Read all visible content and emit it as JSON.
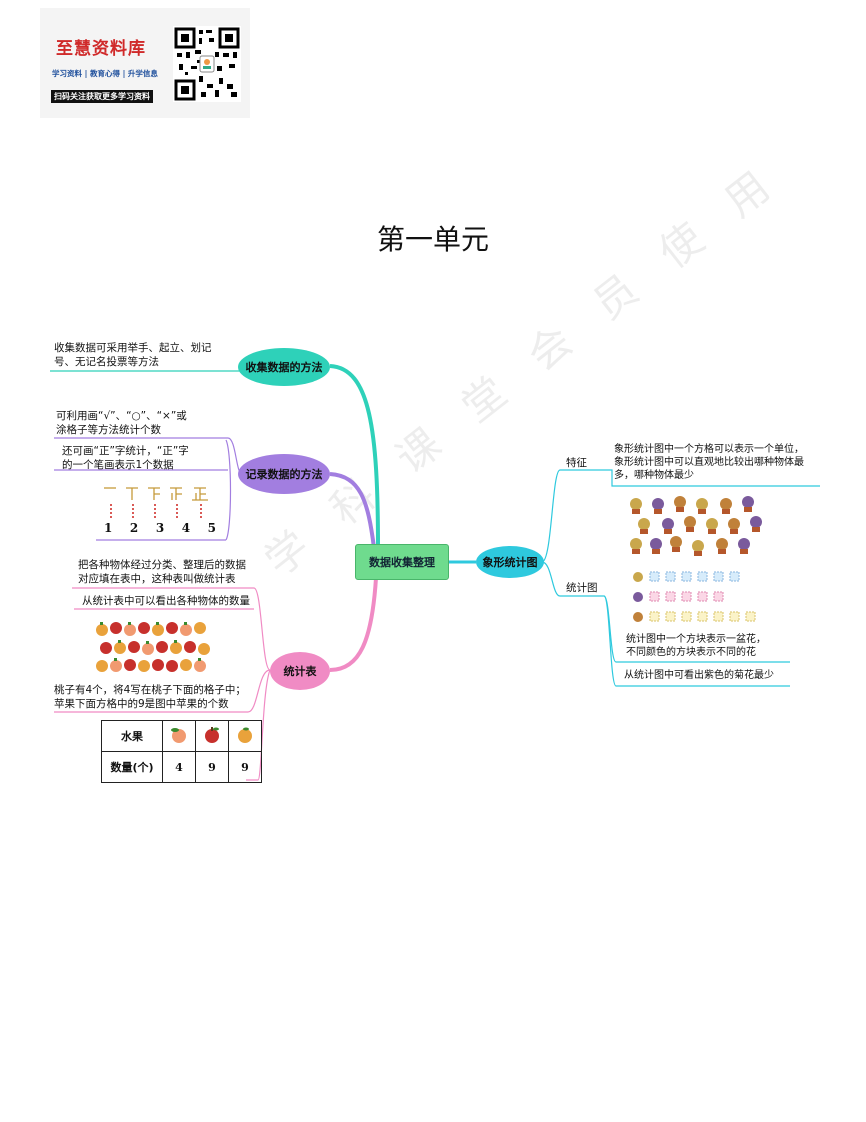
{
  "brand": {
    "name": "至慧资料库",
    "tags": "学习资料 | 教育心得 | 升学信息",
    "cta": "扫码关注获取更多学习资料"
  },
  "title": "第一单元",
  "watermark": "学 科 课 堂 会 员 使 用",
  "mindmap": {
    "center": "数据收集整理",
    "branches": {
      "collect": {
        "label": "收集数据的方法",
        "note": [
          "收集数据可采用举手、起立、划记",
          "号、无记名投票等方法"
        ]
      },
      "record": {
        "label": "记录数据的方法",
        "note1": [
          "可利用画“√”、“○”、“×”或",
          "涂格子等方法统计个数"
        ],
        "note2": [
          "还可画“正”字统计，“正”字",
          "的一个笔画表示1个数据"
        ],
        "zheng_numbers": [
          "1",
          "2",
          "3",
          "4",
          "5"
        ]
      },
      "table": {
        "label": "统计表",
        "note1": [
          "把各种物体经过分类、整理后的数据",
          "对应填在表中，这种表叫做统计表"
        ],
        "note2": "从统计表中可以看出各种物体的数量",
        "note3": [
          "桃子有4个，将4写在桃子下面的格子中；",
          "苹果下面方格中的9是图中苹果的个数"
        ],
        "table": {
          "row1_header": "水果",
          "row2_header": "数量(个)",
          "values": [
            "4",
            "9",
            "9"
          ]
        }
      },
      "pictograph": {
        "label": "象形统计图",
        "feature_label": "特征",
        "feature_note": [
          "象形统计图中一个方格可以表示一个单位，",
          "象形统计图中可以直观地比较出哪种物体最",
          "多，哪种物体最少"
        ],
        "chart_label": "统计图",
        "chart_note1": [
          "统计图中一个方块表示一盆花，",
          "不同颜色的方块表示不同的花"
        ],
        "chart_note2": "从统计图中可看出紫色的菊花最少"
      }
    }
  },
  "colors": {
    "collect": "#2ed1b9",
    "record": "#a27ee0",
    "table": "#f08bc4",
    "pictograph": "#2ec9de",
    "center": "#6fdb8e"
  }
}
